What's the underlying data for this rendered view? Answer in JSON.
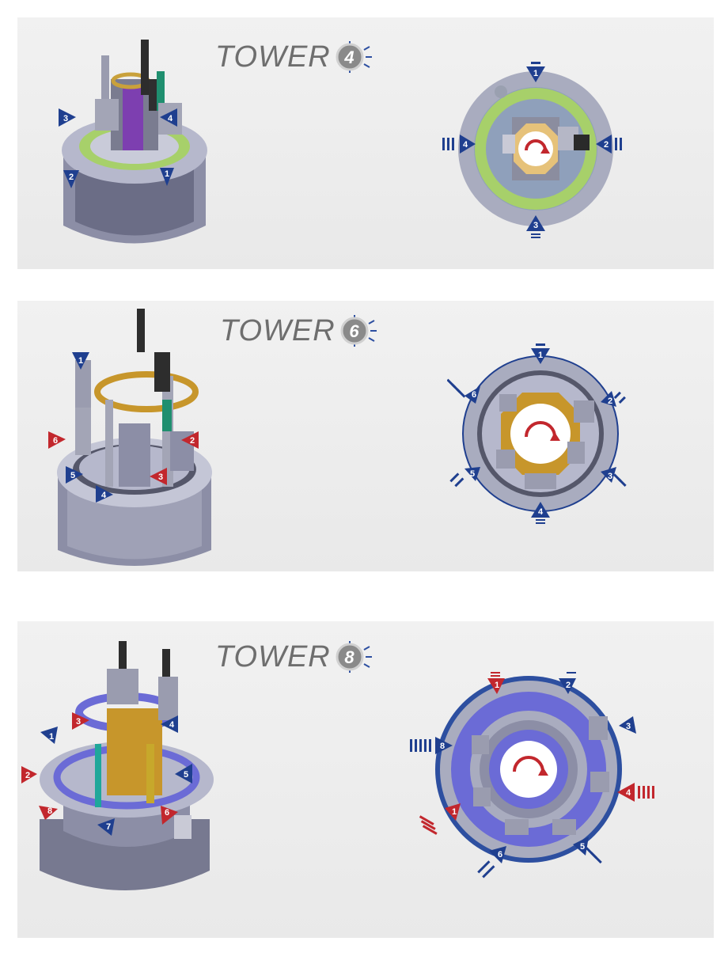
{
  "colors": {
    "panel_bg": "#eeeeee",
    "marker_blue": "#1f3f8f",
    "marker_red": "#c2272d",
    "ring_green": "#a6d06a",
    "ring_gold": "#c7962b",
    "ring_purple": "#6b6bd6",
    "rotate_arrow": "#c2272d",
    "title_grey": "#6e6e6e"
  },
  "towers": [
    {
      "title": "TOWER",
      "number": "4",
      "render_markers": [
        "1",
        "2",
        "3",
        "4"
      ],
      "top_markers": [
        "1",
        "2",
        "3",
        "4"
      ]
    },
    {
      "title": "TOWER",
      "number": "6",
      "render_markers": [
        "1",
        "2",
        "3",
        "4",
        "5",
        "6"
      ],
      "top_markers": [
        "1",
        "2",
        "3",
        "4",
        "5",
        "6"
      ]
    },
    {
      "title": "TOWER",
      "number": "8",
      "render_markers": [
        "1",
        "2",
        "3",
        "4",
        "5",
        "6",
        "7",
        "8"
      ],
      "top_markers": [
        "1",
        "2",
        "3",
        "4",
        "5",
        "6",
        "8",
        "1"
      ]
    }
  ]
}
